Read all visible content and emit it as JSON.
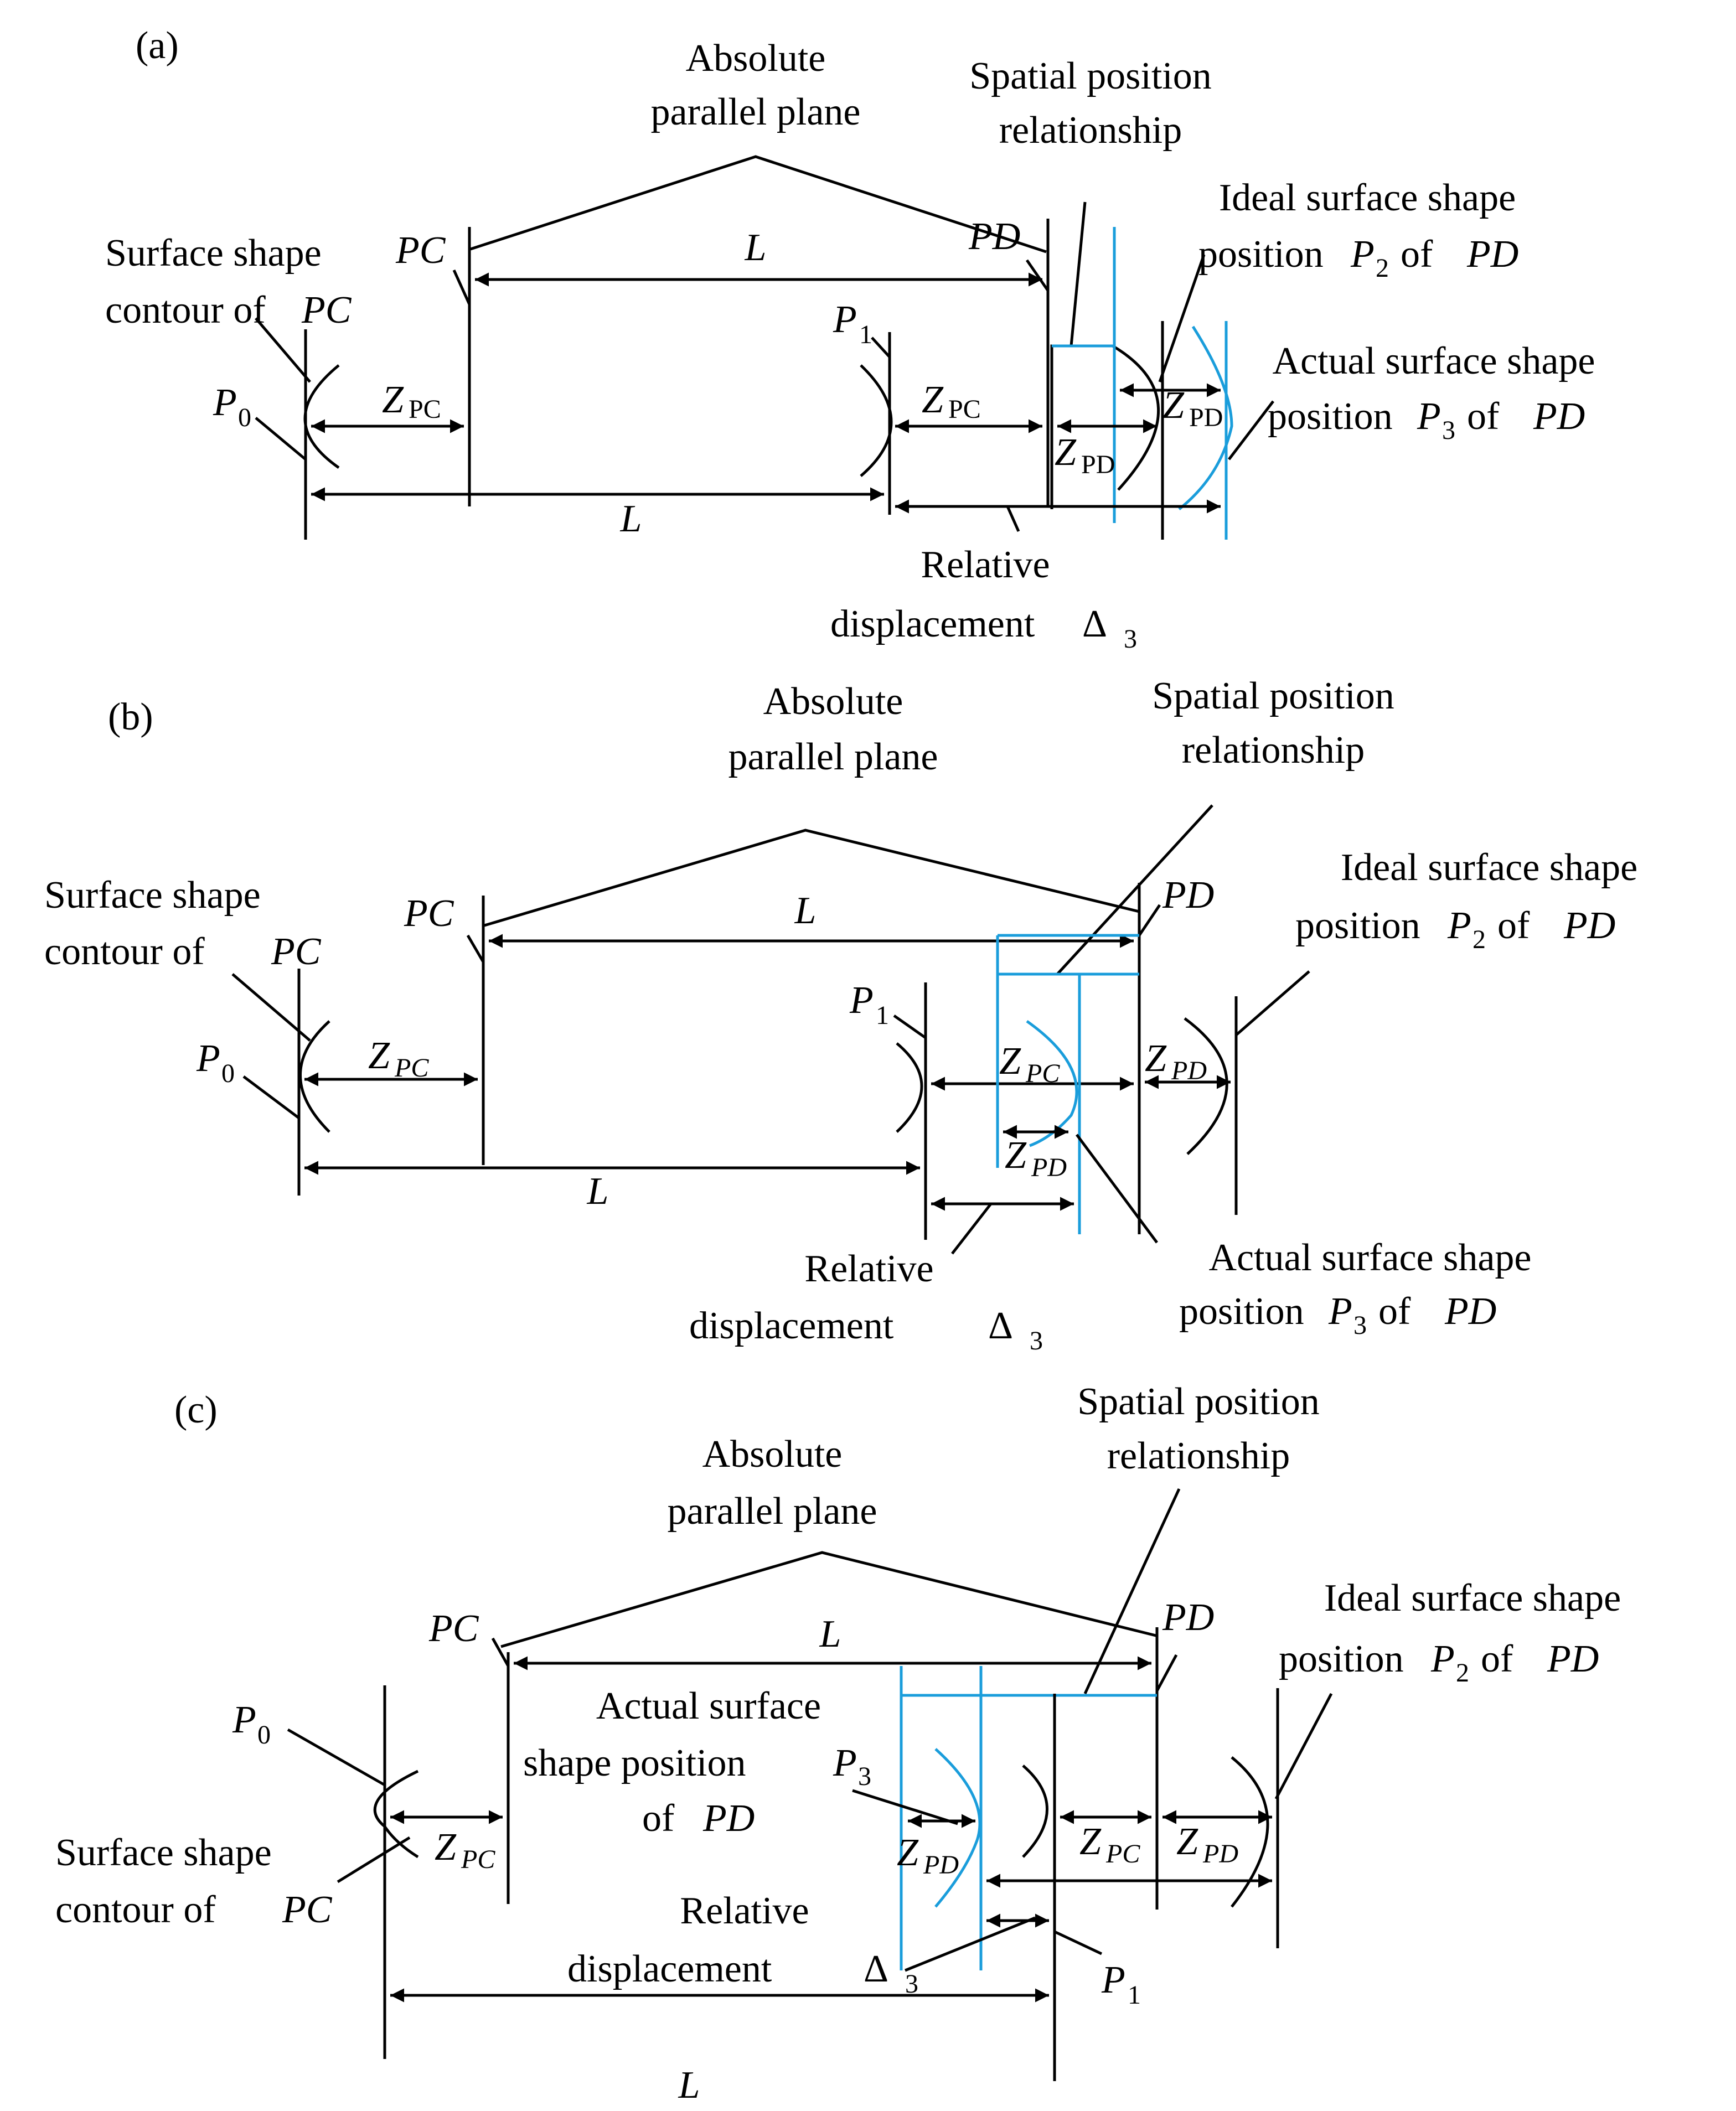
{
  "panels": [
    {
      "tag": "(a)",
      "absolute_plane": [
        "Absolute",
        "parallel plane"
      ],
      "spatial": [
        "Spatial position",
        "relationship"
      ],
      "ideal": [
        "Ideal surface shape",
        "position",
        "P",
        "2",
        "of",
        "PD"
      ],
      "actual": [
        "Actual surface shape",
        "position",
        "P",
        "3",
        "of",
        "PD"
      ],
      "contour": [
        "Surface shape",
        "contour of",
        "PC"
      ],
      "relative": [
        "Relative",
        "displacement",
        "Δ",
        "3"
      ],
      "PC": "PC",
      "PD": "PD",
      "L": "L",
      "P0": [
        "P",
        "0"
      ],
      "P1": [
        "P",
        "1"
      ],
      "Z": "Z",
      "ZPC_sub": "PC",
      "ZPD_sub": "PD"
    },
    {
      "tag": "(b)",
      "absolute_plane": [
        "Absolute",
        "parallel plane"
      ],
      "spatial": [
        "Spatial position",
        "relationship"
      ],
      "ideal": [
        "Ideal surface shape",
        "position",
        "P",
        "2",
        "of",
        "PD"
      ],
      "actual": [
        "Actual surface shape",
        "position",
        "P",
        "3",
        "of",
        "PD"
      ],
      "contour": [
        "Surface shape",
        "contour of",
        "PC"
      ],
      "relative": [
        "Relative",
        "displacement",
        "Δ",
        "3"
      ],
      "PC": "PC",
      "PD": "PD",
      "L": "L",
      "P0": [
        "P",
        "0"
      ],
      "P1": [
        "P",
        "1"
      ],
      "Z": "Z",
      "ZPC_sub": "PC",
      "ZPD_sub": "PD"
    },
    {
      "tag": "(c)",
      "absolute_plane": [
        "Absolute",
        "parallel plane"
      ],
      "spatial": [
        "Spatial position",
        "relationship"
      ],
      "ideal": [
        "Ideal surface shape",
        "position",
        "P",
        "2",
        "of",
        "PD"
      ],
      "actual": [
        "Actual surface",
        "shape position",
        "P",
        "3",
        "of",
        "PD"
      ],
      "contour": [
        "Surface shape",
        "contour of",
        "PC"
      ],
      "relative": [
        "Relative",
        "displacement",
        "Δ",
        "3"
      ],
      "PC": "PC",
      "PD": "PD",
      "L": "L",
      "P0": [
        "P",
        "0"
      ],
      "P1": [
        "P",
        "1"
      ],
      "Z": "Z",
      "ZPC_sub": "PC",
      "ZPD_sub": "PD"
    }
  ],
  "colors": {
    "line": "#000000",
    "actual_surface": "#1a9ddb"
  }
}
